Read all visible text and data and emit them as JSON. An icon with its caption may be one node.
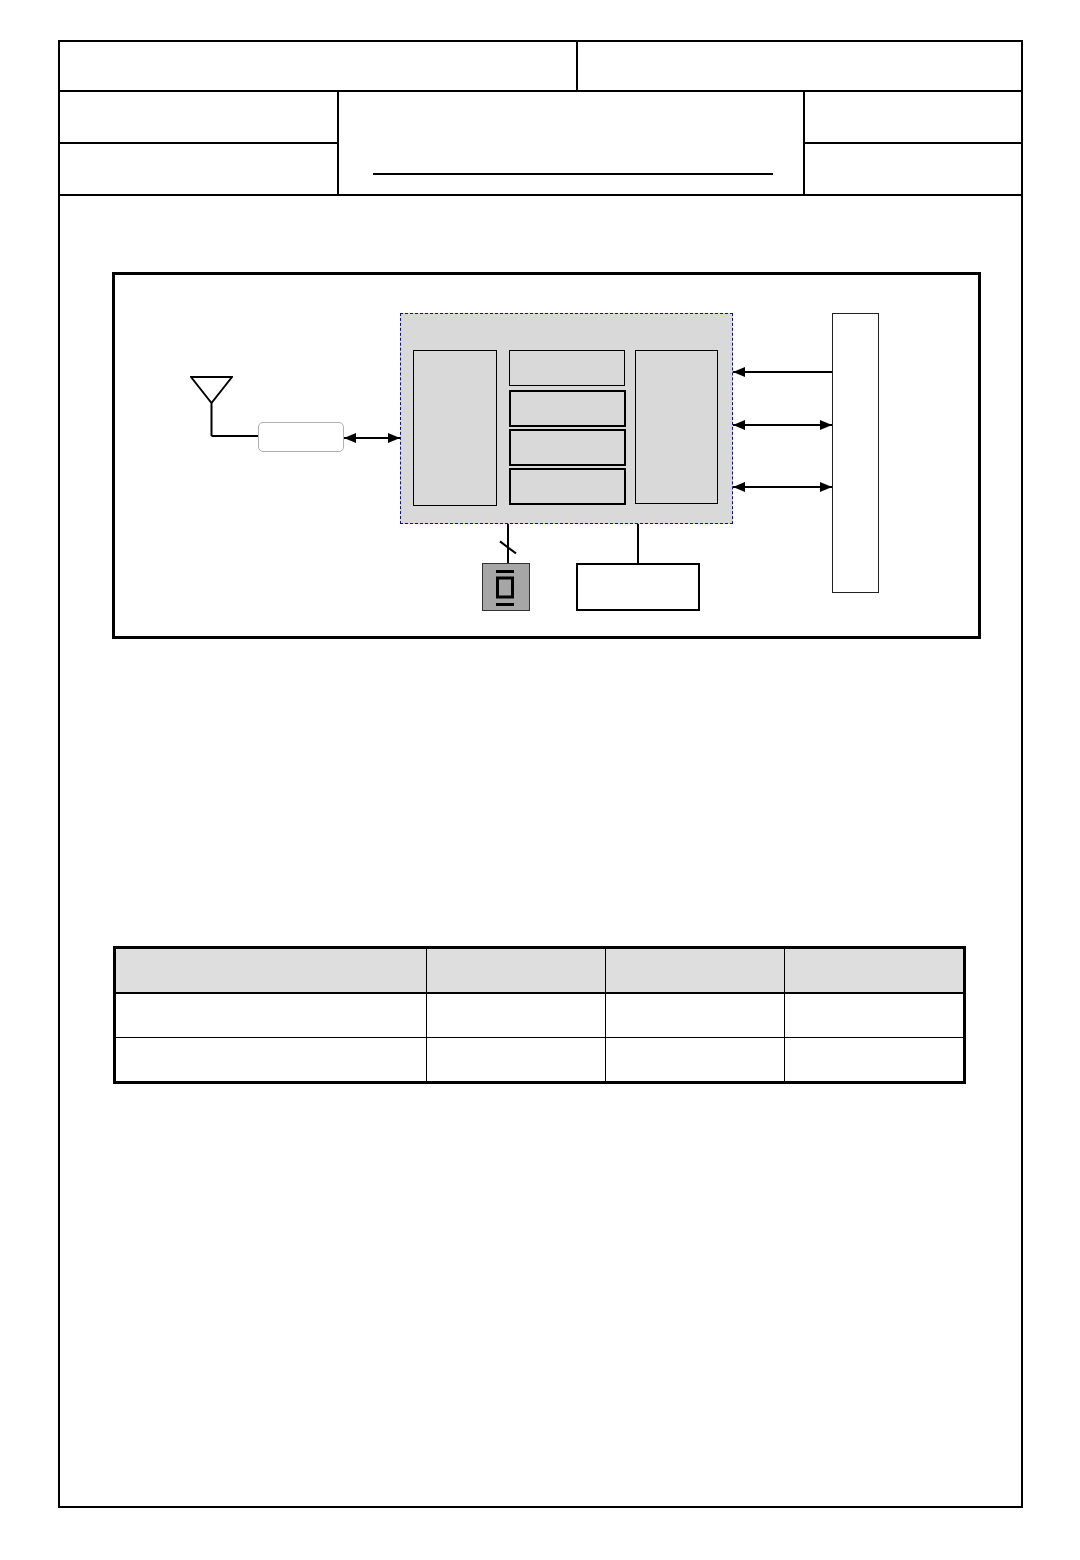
{
  "diagram": {
    "nodes": [
      {
        "text": [],
        "shape": "antenna"
      },
      {
        "text": [],
        "shape": "box"
      },
      {
        "text": [],
        "shape": "box"
      },
      {
        "text": [],
        "shape": "box",
        "in": 2
      },
      {
        "text": [],
        "shape": "box",
        "in": 2
      },
      {
        "text": [],
        "shape": "box",
        "in": 2
      },
      {
        "text": [],
        "shape": "box",
        "in": 2
      },
      {
        "text": [],
        "shape": "box",
        "in": 2
      },
      {
        "text": [],
        "shape": "box",
        "in": 2
      },
      {
        "text": [],
        "shape": "bar"
      },
      {
        "text": [],
        "shape": "crystal"
      },
      {
        "text": [],
        "shape": "box"
      }
    ],
    "edges": [
      {
        "from": 0,
        "to": 1,
        "arrow": "none"
      },
      {
        "from": 1,
        "to": 2,
        "arrow": "both"
      },
      {
        "from": 9,
        "to": 2,
        "arrow": "to"
      },
      {
        "from": 2,
        "to": 9,
        "arrow": "both"
      },
      {
        "from": 2,
        "to": 9,
        "arrow": "both"
      },
      {
        "from": 2,
        "to": 10,
        "arrow": "none"
      },
      {
        "from": 2,
        "to": 11,
        "arrow": "none"
      }
    ]
  }
}
